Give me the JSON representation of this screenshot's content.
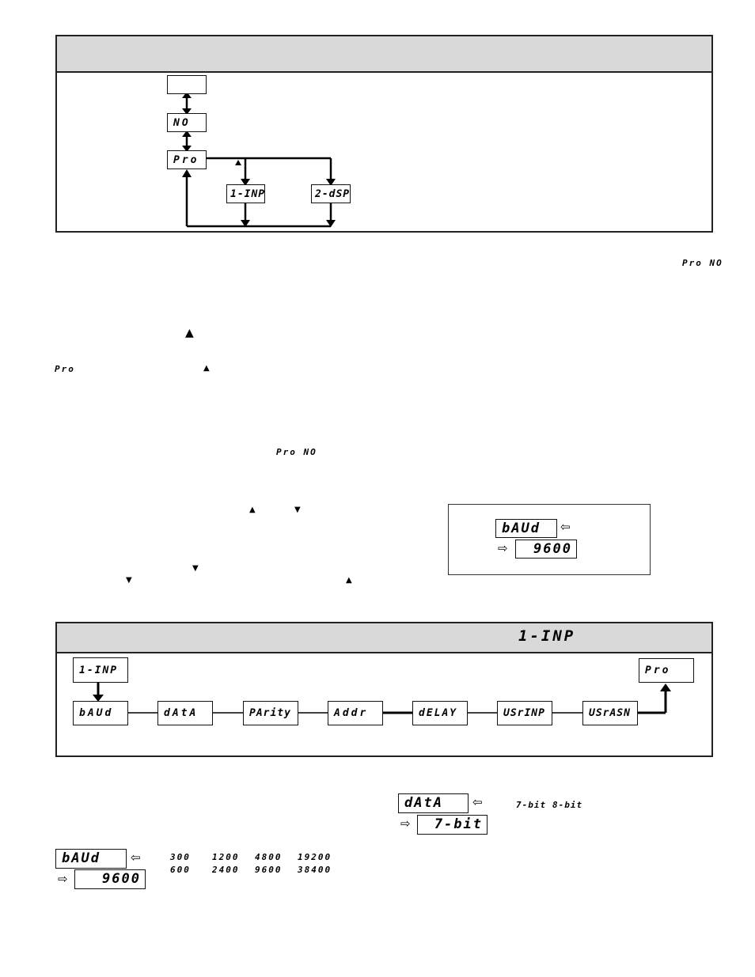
{
  "top_panel": {
    "menu": {
      "blank_display": "",
      "no_display": "NO",
      "pro_display": "Pro",
      "input_display": "1-INP",
      "display_display": "2-dSP"
    }
  },
  "body_text": {
    "pro_no_right": "Pro NO",
    "pro_left": "Pro",
    "pro_no_mid": "Pro NO"
  },
  "example_box": {
    "param": "bAUd",
    "value": "9600"
  },
  "section_panel": {
    "header_code": "1-INP",
    "start_display": "1-INP",
    "chain": [
      "bAUd",
      "dAtA",
      "PArity",
      "Addr",
      "dELAY",
      "USrINP",
      "USrASN"
    ],
    "exit_display": "Pro"
  },
  "data_param": {
    "param": "dAtA",
    "value": "7-bit",
    "options": [
      "7-bit",
      "8-bit"
    ]
  },
  "baud_param": {
    "param": "bAUd",
    "value": "9600",
    "options_row1": [
      "300",
      "1200",
      "4800",
      "19200"
    ],
    "options_row2": [
      "600",
      "2400",
      "9600",
      "38400"
    ]
  },
  "icons": {
    "up_arrow": "▲",
    "down_arrow": "▼",
    "advance": "⇦",
    "return": "⇨"
  }
}
